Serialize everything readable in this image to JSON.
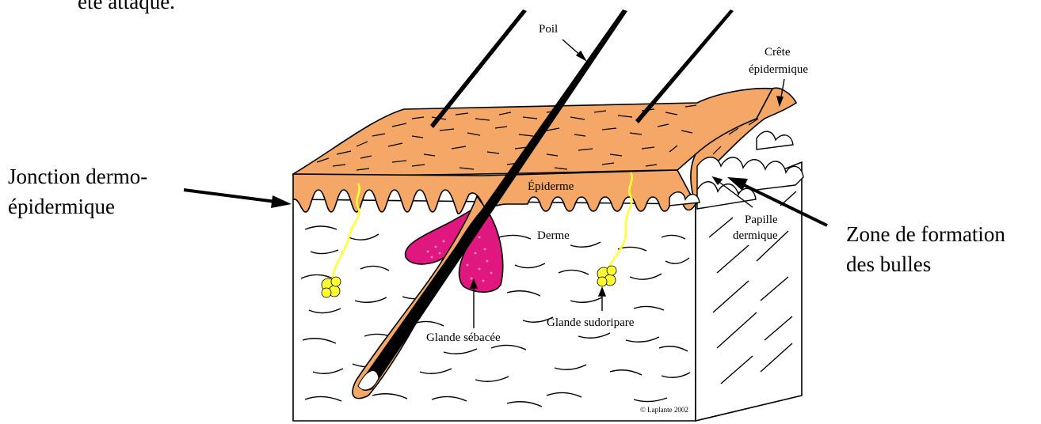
{
  "top_text": "ète attaque.",
  "labels": {
    "poil": "Poil",
    "crete_line1": "Crête",
    "crete_line2": "épidermique",
    "epiderme": "Épiderme",
    "derme": "Derme",
    "papille_line1": "Papille",
    "papille_line2": "dermique",
    "glande_sebacee": "Glande sébacée",
    "glande_sudoripare": "Glande sudoripare",
    "copyright": "© Laplante 2002"
  },
  "annotations": {
    "jonction_line1": "Jonction dermo-",
    "jonction_line2": "épidermique",
    "zone_line1": "Zone de formation",
    "zone_line2": "des bulles"
  },
  "colors": {
    "epidermis": "#F4A766",
    "gland": "#E0177E",
    "sweat": "#FFFF33",
    "hair": "#000000"
  }
}
